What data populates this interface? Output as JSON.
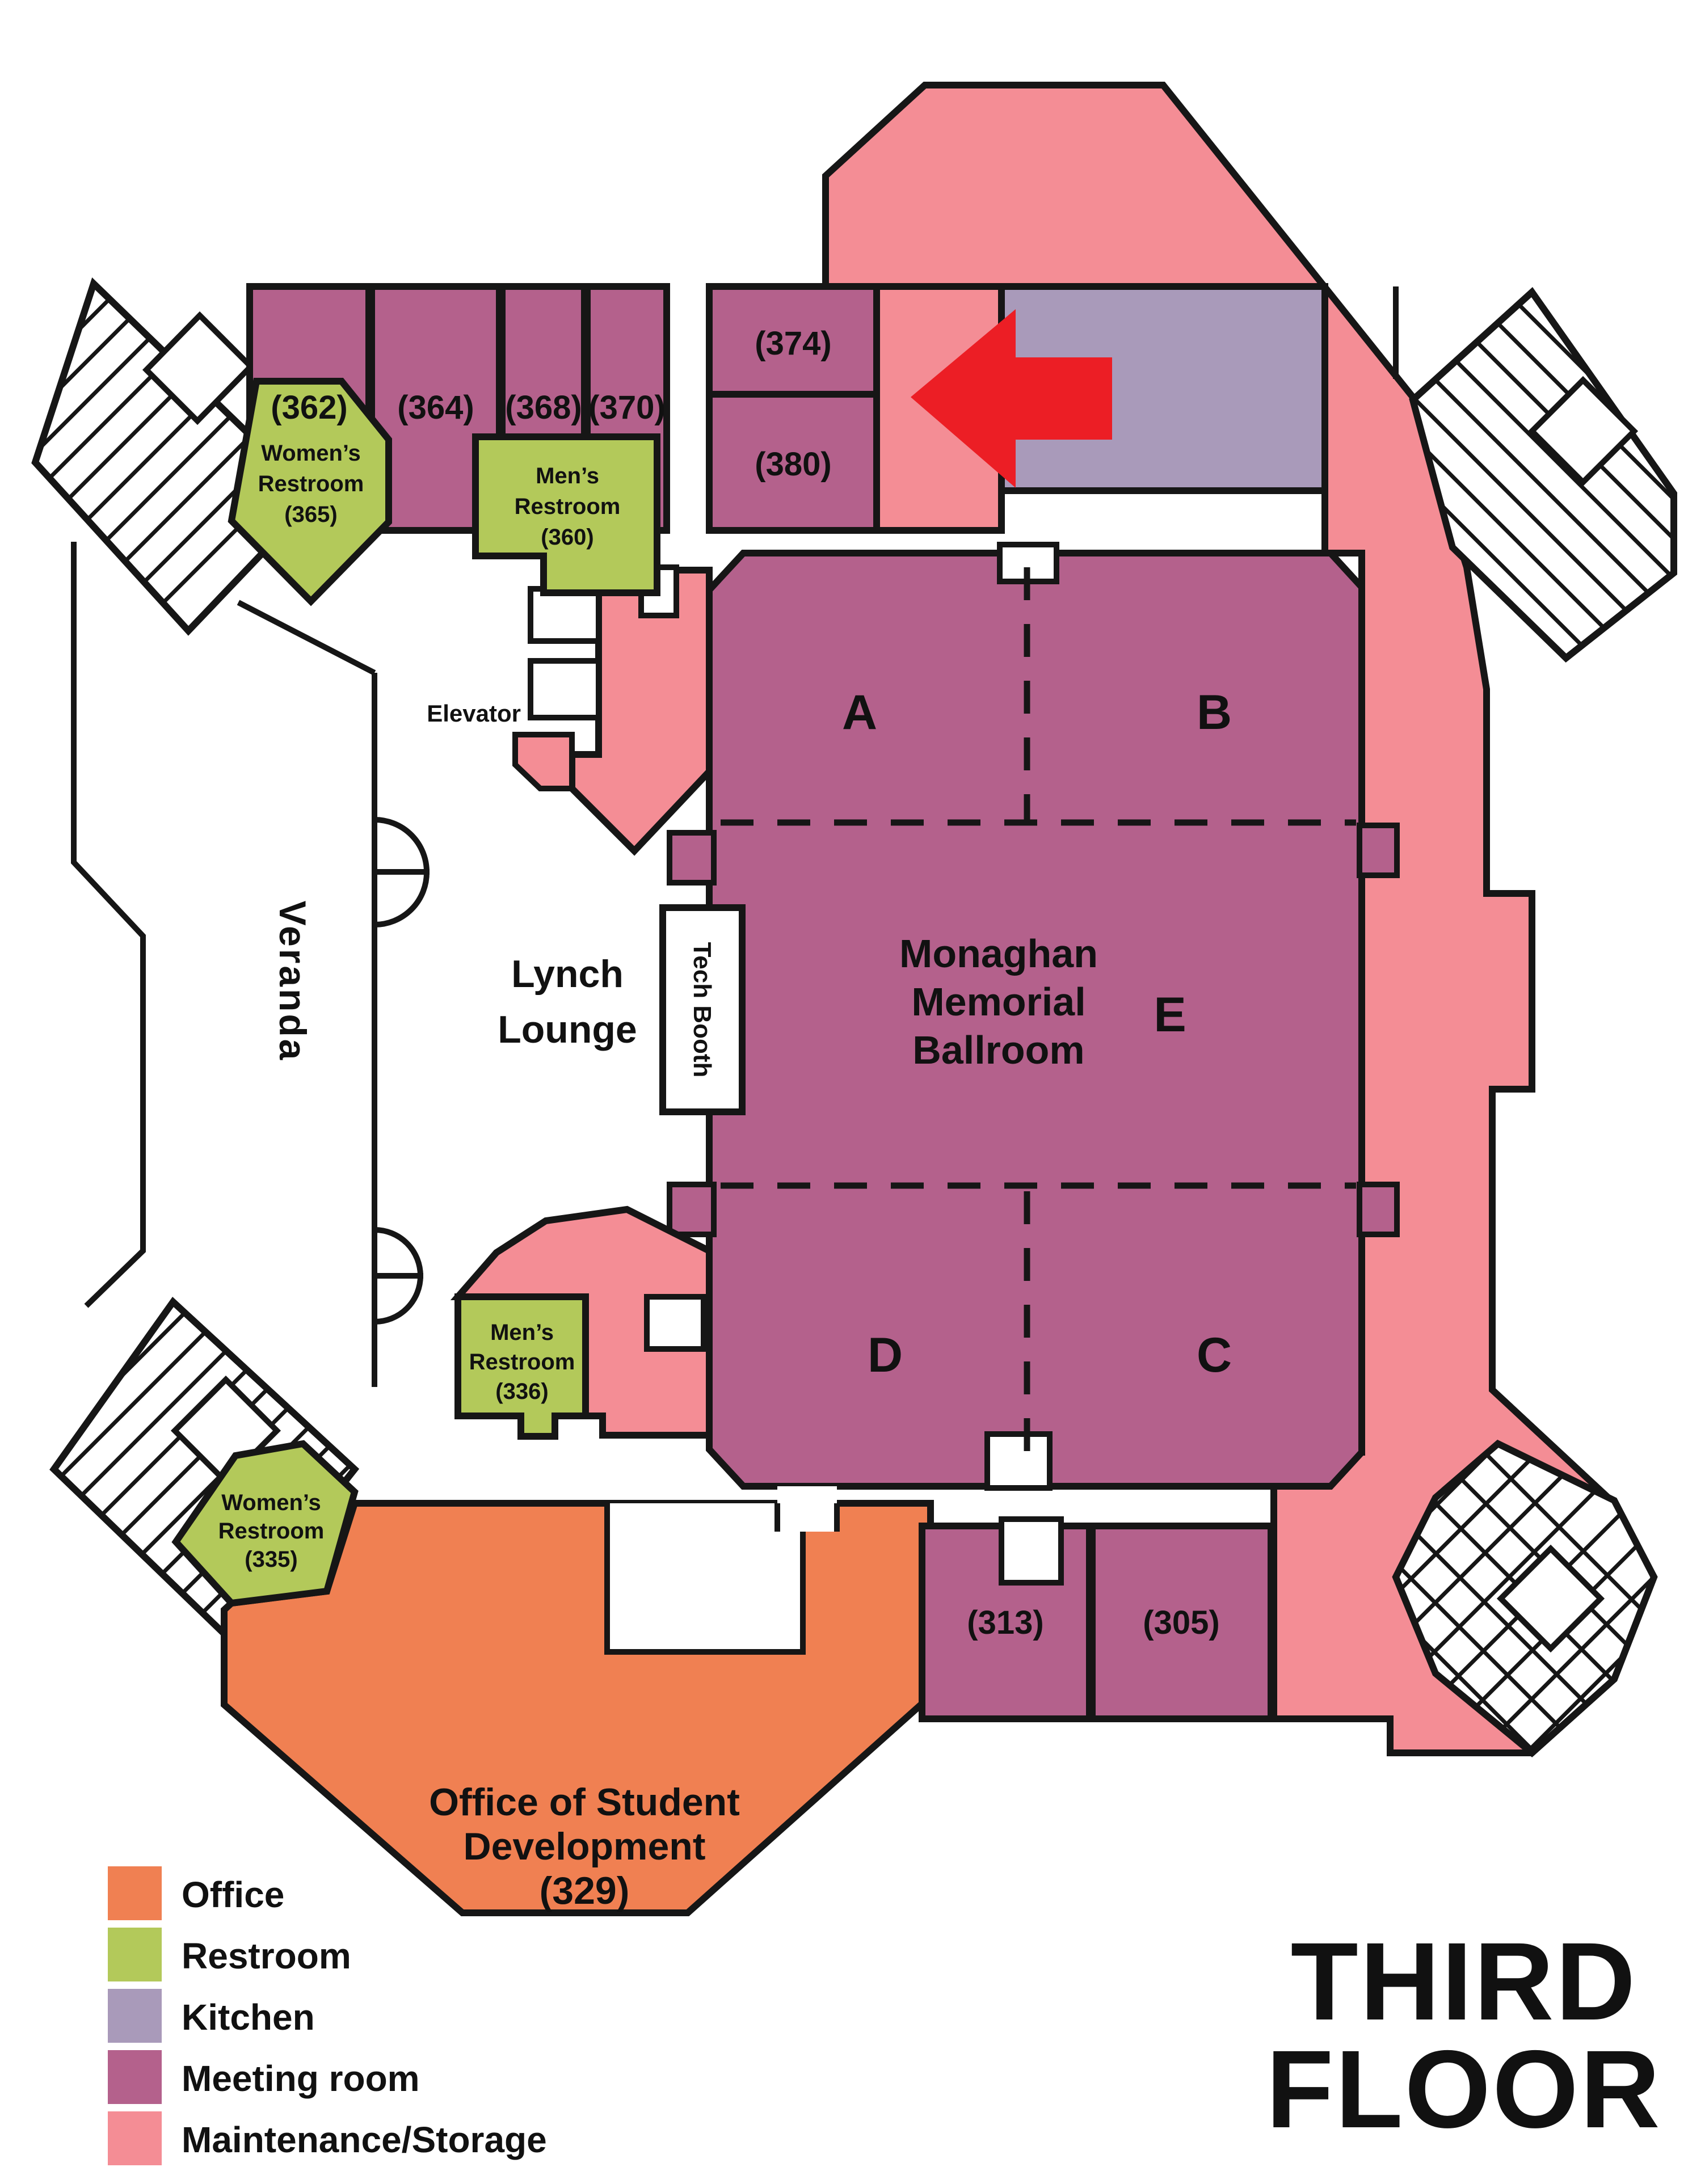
{
  "map": {
    "floor_title": {
      "line1": "THIRD",
      "line2": "FLOOR"
    },
    "legend": [
      {
        "label": "Office",
        "color": "#f08052"
      },
      {
        "label": "Restroom",
        "color": "#b3c95a"
      },
      {
        "label": "Kitchen",
        "color": "#a99aba"
      },
      {
        "label": "Meeting room",
        "color": "#b4618c"
      },
      {
        "label": "Maintenance/Storage",
        "color": "#f48d95"
      }
    ],
    "meeting_rooms": {
      "r362": "(362)",
      "r364": "(364)",
      "r368": "(368)",
      "r370": "(370)",
      "r374": "(374)",
      "r380": "(380)",
      "r313": "(313)",
      "r305": "(305)"
    },
    "ballroom": {
      "line1": "Monaghan",
      "line2": "Memorial",
      "line3": "Ballroom",
      "a": "A",
      "b": "B",
      "c": "C",
      "d": "D",
      "e": "E"
    },
    "restrooms": {
      "w365": {
        "line1": "Women’s",
        "line2": "Restroom",
        "line3": "(365)"
      },
      "m360": {
        "line1": "Men’s",
        "line2": "Restroom",
        "line3": "(360)"
      },
      "m336": {
        "line1": "Men’s",
        "line2": "Restroom",
        "line3": "(336)"
      },
      "w335": {
        "line1": "Women’s",
        "line2": "Restroom",
        "line3": "(335)"
      }
    },
    "office": {
      "line1": "Office of Student",
      "line2": "Development",
      "line3": "(329)"
    },
    "areas": {
      "veranda": "Veranda",
      "lynch1": "Lynch",
      "lynch2": "Lounge",
      "tech_booth": "Tech Booth",
      "elevator": "Elevator"
    }
  },
  "colors": {
    "office": "#f08052",
    "restroom": "#b3c95a",
    "kitchen": "#a99aba",
    "meeting": "#b4618c",
    "maintenance": "#f48d95",
    "arrow": "#ec1e25",
    "wall": "#161616"
  }
}
